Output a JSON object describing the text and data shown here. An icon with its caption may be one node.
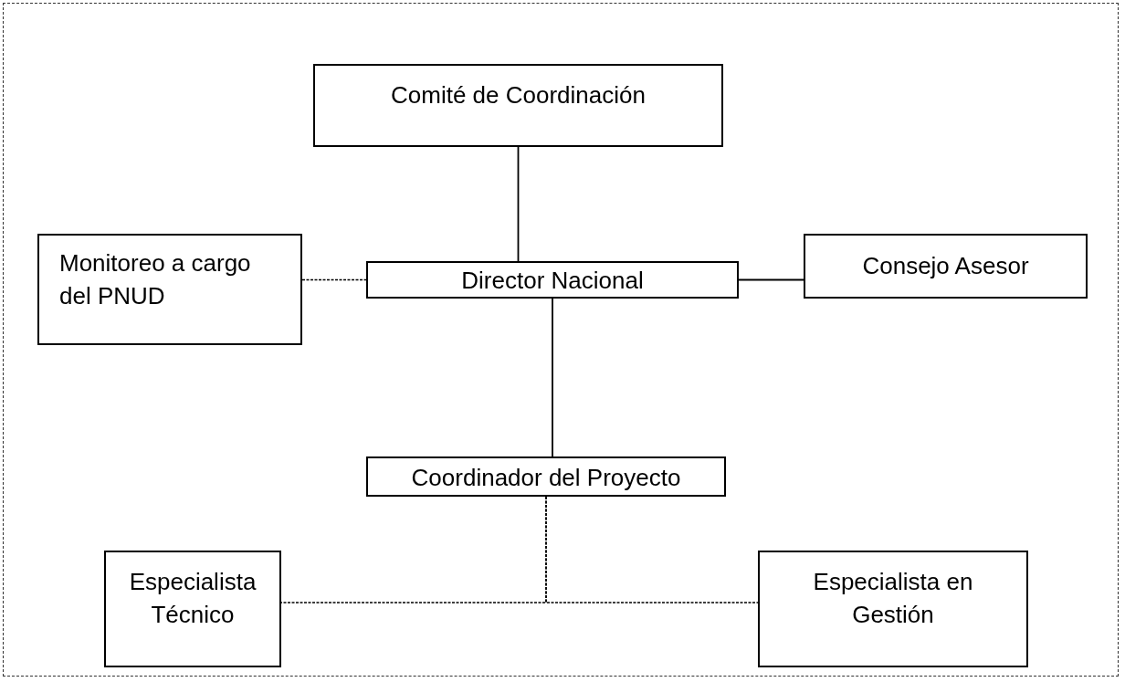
{
  "diagram": {
    "nodes": [
      {
        "text": [
          "Comité de Coordinación"
        ]
      },
      {
        "text": [
          "Director Nacional"
        ]
      },
      {
        "text": [
          "Monitoreo a cargo del PNUD"
        ]
      },
      {
        "text": [
          "Consejo Asesor"
        ]
      },
      {
        "text": [
          "Coordinador del Proyecto"
        ]
      },
      {
        "text": [
          "Especialista Técnico"
        ]
      },
      {
        "text": [
          "Especialista en Gestión"
        ]
      }
    ],
    "edges": [
      {
        "from": 0,
        "to": 1,
        "arrow": "none"
      },
      {
        "from": 2,
        "to": 1,
        "arrow": "none",
        "style": "dashed"
      },
      {
        "from": 1,
        "to": 3,
        "arrow": "none"
      },
      {
        "from": 1,
        "to": 4,
        "arrow": "none"
      },
      {
        "from": 4,
        "to": 5,
        "arrow": "none",
        "style": "dashed"
      },
      {
        "from": 4,
        "to": 6,
        "arrow": "none",
        "style": "dashed"
      }
    ]
  }
}
